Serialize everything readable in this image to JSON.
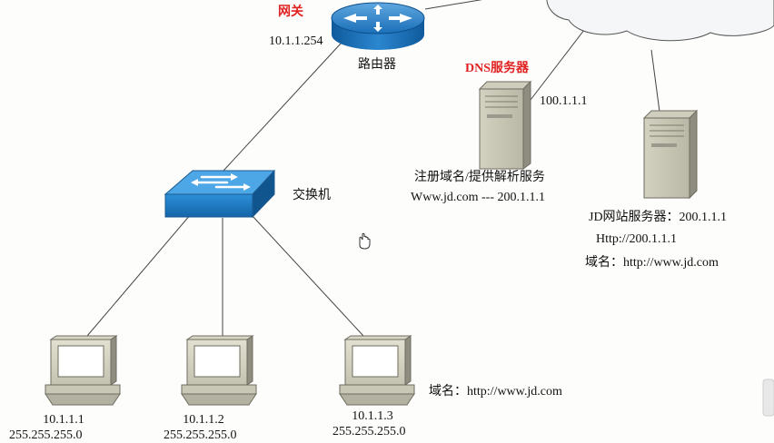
{
  "router": {
    "caption": "网关",
    "ip": "10.1.1.254",
    "label": "路由器"
  },
  "switch": {
    "label": "交换机"
  },
  "dns": {
    "title": "DNS服务器",
    "ip": "100.1.1.1",
    "desc_line1": "注册域名/提供解析服务",
    "desc_line2": "Www.jd.com --- 200.1.1.1"
  },
  "web": {
    "line1": "JD网站服务器：200.1.1.1",
    "line2": "Http://200.1.1.1",
    "line3": "域名：http://www.jd.com"
  },
  "clients": [
    {
      "ip": "10.1.1.1",
      "mask": "255.255.255.0"
    },
    {
      "ip": "10.1.1.2",
      "mask": "255.255.255.0"
    },
    {
      "ip": "10.1.1.3",
      "mask": "255.255.255.0"
    }
  ],
  "client_domain": "域名：http://www.jd.com"
}
